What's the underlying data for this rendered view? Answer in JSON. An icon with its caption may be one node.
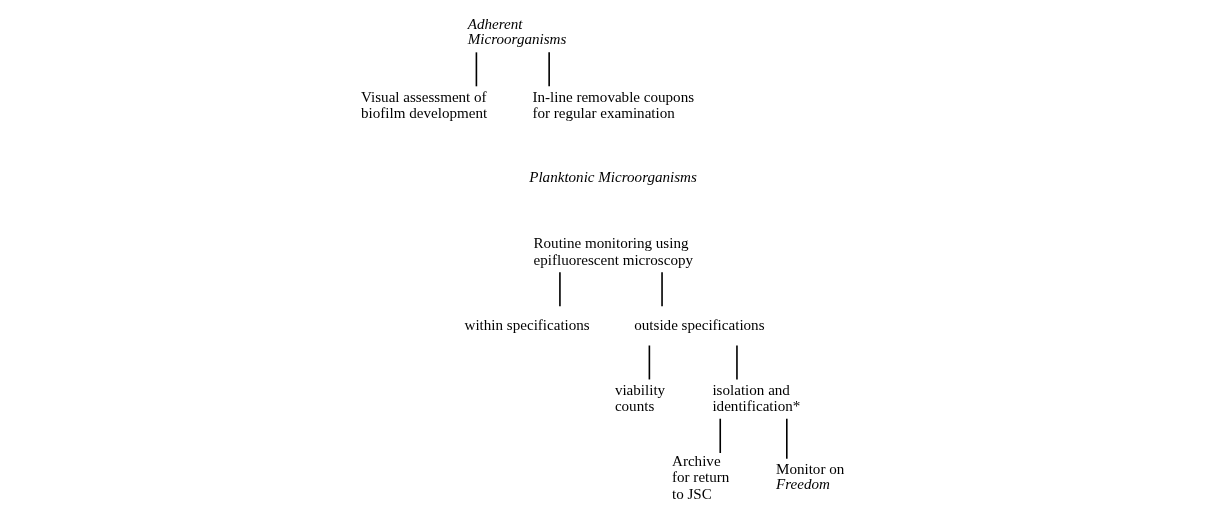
{
  "diagram": {
    "nodes": [
      {
        "text": [
          "Adherent Microorganisms"
        ]
      },
      {
        "text": [
          "Visual assessment of biofilm development"
        ]
      },
      {
        "text": [
          "In-line removable coupons for regular examination"
        ]
      },
      {
        "text": [
          "Routine monitoring using epifluorescent microscopy"
        ]
      },
      {
        "text": [
          "within specifications"
        ]
      },
      {
        "text": [
          "outside specifications"
        ]
      },
      {
        "text": [
          "viability counts"
        ]
      },
      {
        "text": [
          "isolation and identification*"
        ]
      },
      {
        "text": [
          "Archive for return to JSC"
        ]
      },
      {
        "text": [
          "Monitor on *Freedom*"
        ]
      }
    ],
    "edges": [
      {
        "from": 0,
        "to": 1,
        "arrow": "none"
      },
      {
        "from": 0,
        "to": 2,
        "arrow": "none"
      },
      {
        "from": 3,
        "to": 4,
        "arrow": "none"
      },
      {
        "from": 3,
        "to": 5,
        "arrow": "none"
      },
      {
        "from": 5,
        "to": 6,
        "arrow": "none"
      },
      {
        "from": 5,
        "to": 7,
        "arrow": "none"
      },
      {
        "from": 7,
        "to": 8,
        "arrow": "none"
      },
      {
        "from": 7,
        "to": 9,
        "arrow": "none"
      }
    ],
    "labels": [
      "Planktonic Microorganisms"
    ]
  }
}
